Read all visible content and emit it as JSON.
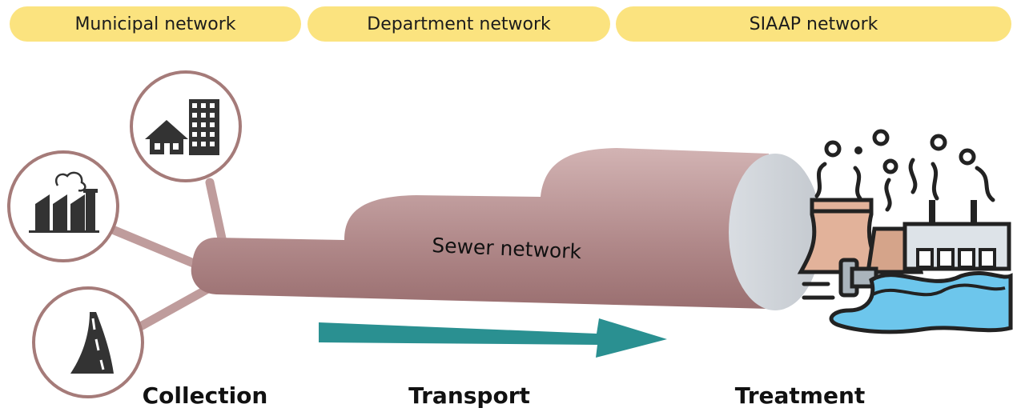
{
  "zones": {
    "municipal": "Municipal network",
    "department": "Department network",
    "siaap": "SIAAP network"
  },
  "pipe": {
    "label": "Sewer network"
  },
  "stages": {
    "collection": "Collection",
    "transport": "Transport",
    "treatment": "Treatment"
  },
  "sources": [
    {
      "icon": "house-building-icon"
    },
    {
      "icon": "factory-icon"
    },
    {
      "icon": "road-icon"
    }
  ],
  "colors": {
    "banner": "#fbe37f",
    "pipe": "#a97a7c",
    "source_ring": "#a57b79",
    "arrow": "#2a9091",
    "water": "#6dc6ec"
  }
}
